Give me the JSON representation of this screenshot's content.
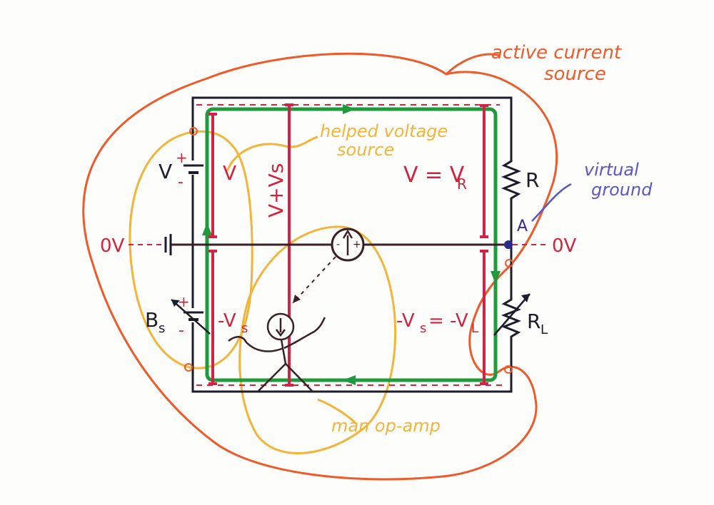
{
  "labels": {
    "active_current_source_1": "active current",
    "active_current_source_2": "source",
    "helped_voltage_1": "helped voltage",
    "helped_voltage_2": "source",
    "virtual_ground_1": "virtual",
    "virtual_ground_2": "ground",
    "man_op_amp": "man op-amp",
    "zero_v_left": "0V",
    "zero_v_right": "0V",
    "node_a": "A",
    "source_v": "V",
    "source_bs": "B",
    "source_bs_sub": "s",
    "resistor_r": "R",
    "resistor_rl": "R",
    "resistor_rl_sub": "L",
    "plus": "+",
    "minus": "-",
    "v_left": "V",
    "v_plus_vs": "V+Vs",
    "v_eq_vr": "V = V",
    "v_eq_vr_sub": "R",
    "minus_vs_left": "-V",
    "minus_vs_left_sub": "s",
    "minus_vs_eq_vl": "-V",
    "minus_vs_eq_vl_sub": "s",
    "minus_vs_eq_vl_rest": "= -V",
    "minus_vs_eq_vl_rest_sub": "L",
    "meter_symbol": "-(↑)+",
    "meter_minus": "-",
    "meter_plus": "+"
  },
  "colors": {
    "circuit": "#1c1c2a",
    "voltage_bar": "#cf2448",
    "current_loop": "#1f9a3c",
    "orange_outline": "#ee5a2a",
    "yellow_outline": "#f2b53a",
    "blue_label": "#5a55c8",
    "red_label": "#d0243e",
    "background": "#fdfdfb"
  }
}
